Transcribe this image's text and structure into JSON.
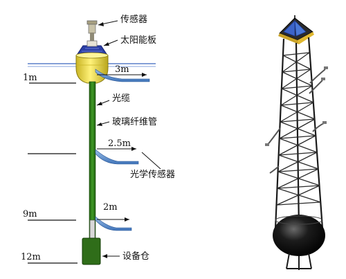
{
  "labels": {
    "sensor": "传感器",
    "solar_panel": "太阳能板",
    "optical_cable": "光缆",
    "fiberglass_tube": "玻璃纤维管",
    "optical_sensor": "光学传感器",
    "equipment_bay": "设备仓"
  },
  "depths": [
    "1m",
    "9m",
    "12m"
  ],
  "arm_lengths": [
    "3m",
    "2.5m",
    "2m"
  ],
  "colors": {
    "tube": "#2e7d1a",
    "buoy": "#f2e14a",
    "equipment_bay": "#2f6d19",
    "sensor_arm": "#5b8fd0",
    "water_line": "#5a7fc8",
    "tower": "#1a1a1a"
  }
}
